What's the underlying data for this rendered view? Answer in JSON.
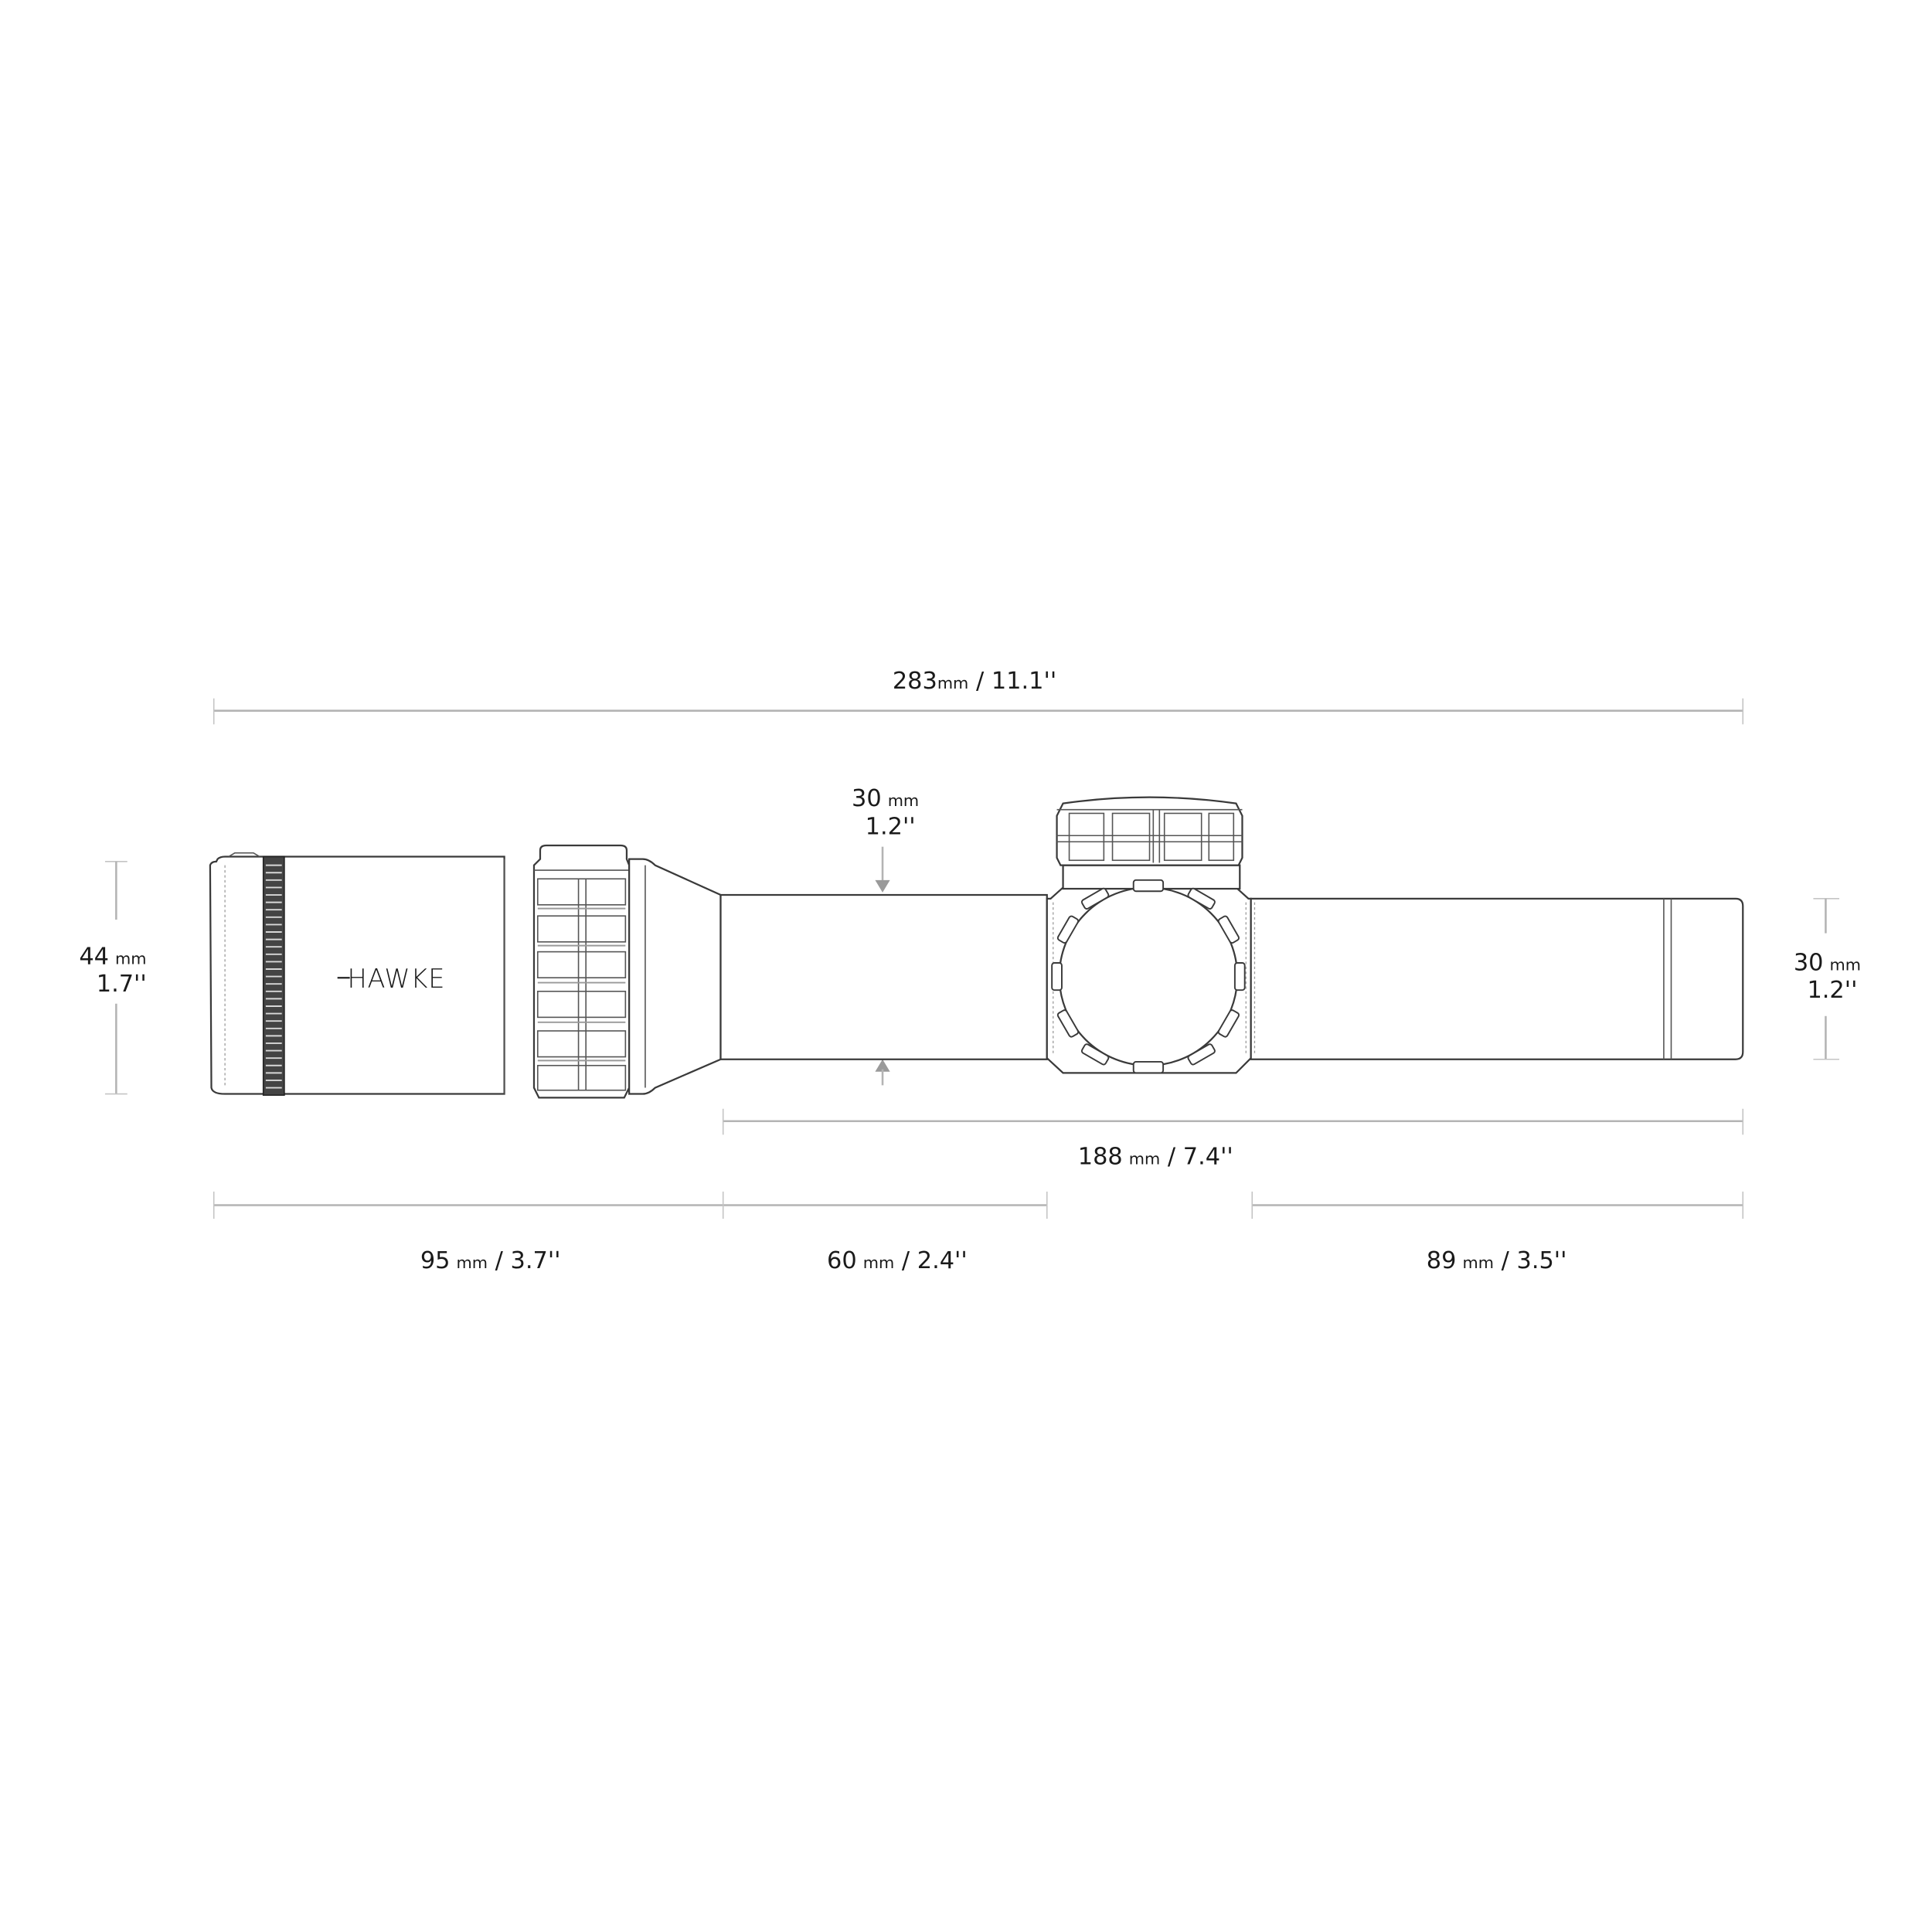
{
  "product": {
    "type": "riflescope dimension drawing",
    "brand_logo_text": "HAWKE"
  },
  "dimensions": {
    "overall_length": {
      "mm_value": "283",
      "mm_unit": "mm",
      "inch_text": " / 11.1''"
    },
    "tube_diameter_top": {
      "mm_value": "30",
      "mm_unit": "mm",
      "inch_text": "1.2''"
    },
    "objective_diameter": {
      "mm_value": "44",
      "mm_unit": "mm",
      "inch_text": "1.7''"
    },
    "eyepiece_tube_diameter": {
      "mm_value": "30",
      "mm_unit": "mm",
      "inch_text": "1.2''"
    },
    "tube_length_to_end": {
      "mm_value": "188",
      "mm_unit": "mm",
      "inch_text": " / 7.4''"
    },
    "objective_section": {
      "mm_value": "95",
      "mm_unit": "mm",
      "inch_text": " / 3.7''"
    },
    "front_tube_section": {
      "mm_value": "60",
      "mm_unit": "mm",
      "inch_text": " / 2.4''"
    },
    "rear_tube_section": {
      "mm_value": "89",
      "mm_unit": "mm",
      "inch_text": " / 3.5''"
    }
  },
  "colors": {
    "background": "#ffffff",
    "outline": "#3a3a3a",
    "dimension_line": "#b4b4b4",
    "label_text": "#1a1a1a"
  }
}
